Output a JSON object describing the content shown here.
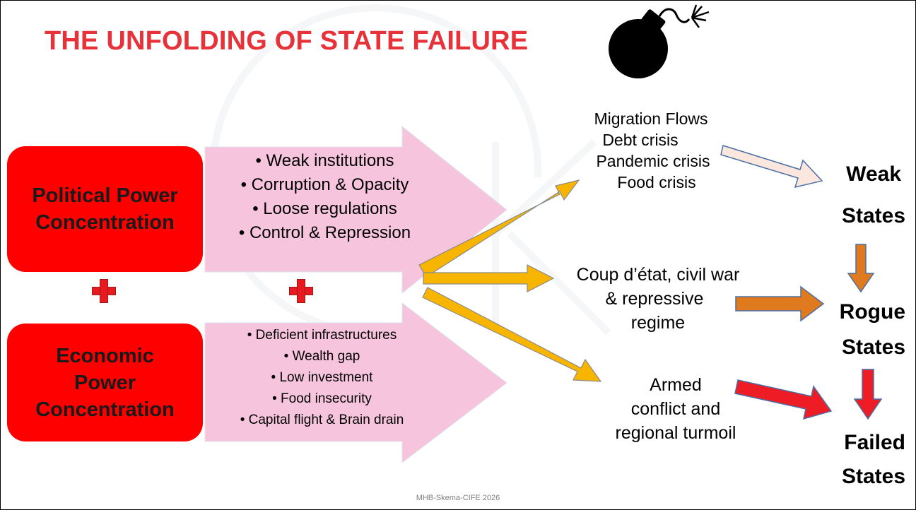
{
  "slide": {
    "title": "THE UNFOLDING OF STATE FAILURE",
    "footer": "MHB-Skema-CIFE 2026",
    "title_color": "#e8323a"
  },
  "left_boxes": {
    "political_line1": "Political Power",
    "political_line2": "Concentration",
    "economic_line1": "Economic",
    "economic_line2": "Power",
    "economic_line3": "Concentration",
    "box_color": "#ff0000"
  },
  "political_factors": [
    "• Weak institutions",
    "• Corruption & Opacity",
    "• Loose regulations",
    "• Control & Repression"
  ],
  "economic_factors": [
    "• Deficient infrastructures",
    "• Wealth gap",
    "• Low investment",
    "• Food insecurity",
    "• Capital flight & Brain drain"
  ],
  "outcomes": {
    "crisis": [
      "Migration Flows",
      "Debt crisis",
      "Pandemic crisis",
      "Food crisis"
    ],
    "coup": [
      "Coup d’état, civil war",
      "& repressive",
      "regime"
    ],
    "armed": [
      "Armed",
      "conflict and",
      "regional turmoil"
    ]
  },
  "states": {
    "weak": [
      "Weak",
      "States"
    ],
    "rogue": [
      "Rogue",
      "States"
    ],
    "failed": [
      "Failed",
      "States"
    ]
  },
  "icons": {
    "bomb": "bomb-icon",
    "plus": "plus-icon"
  },
  "colors": {
    "pink_arrow": "#f7c4de",
    "yellow_arrow": "#f7b500",
    "pale_arrow": "#fbe7dd",
    "orange_arrow": "#e07a1f",
    "red_arrow": "#ee1c24"
  }
}
